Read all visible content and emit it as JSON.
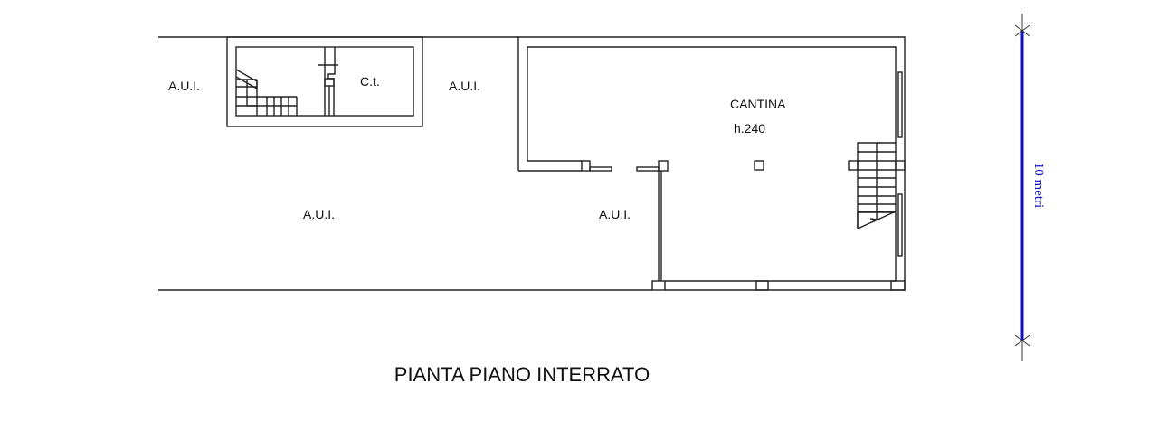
{
  "plan": {
    "title": "PIANTA PIANO INTERRATO",
    "rooms": {
      "aui_top_left": "A.U.I.",
      "ct": "C.t.",
      "aui_top_mid": "A.U.I.",
      "aui_center": "A.U.I.",
      "aui_right": "A.U.I.",
      "cantina": "CANTINA",
      "cantina_height": "h.240"
    },
    "scale": {
      "label": "10 metri",
      "color": "#1010c0"
    }
  }
}
